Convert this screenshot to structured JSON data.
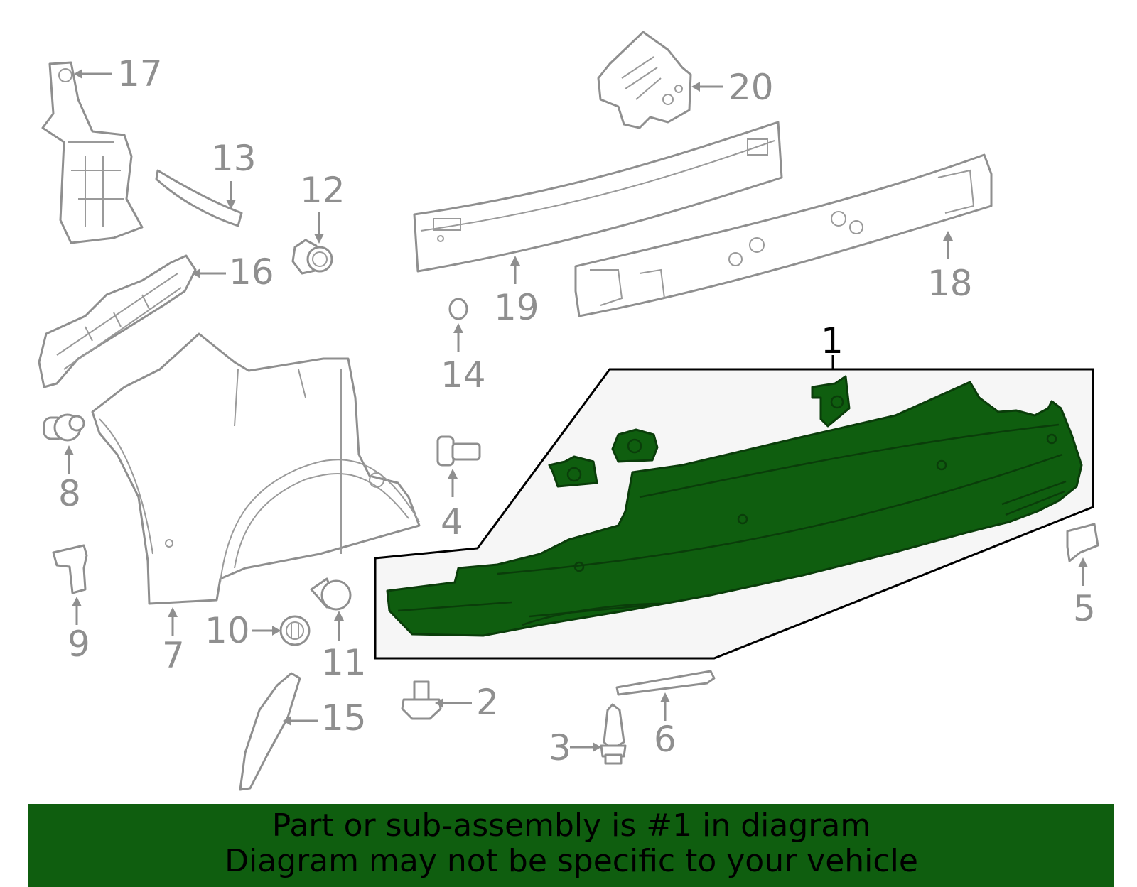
{
  "diagram": {
    "highlighted_part": "1",
    "highlight_color": "#0f5e0f",
    "part_color": "#8f8f8f",
    "callouts": {
      "p1": "1",
      "p2": "2",
      "p3": "3",
      "p4": "4",
      "p5": "5",
      "p6": "6",
      "p7": "7",
      "p8": "8",
      "p9": "9",
      "p10": "10",
      "p11": "11",
      "p12": "12",
      "p13": "13",
      "p14": "14",
      "p15": "15",
      "p16": "16",
      "p17": "17",
      "p18": "18",
      "p19": "19",
      "p20": "20"
    }
  },
  "footer": {
    "line1": "Part or sub-assembly is #1 in diagram",
    "line2": "Diagram may not be specific to your vehicle"
  }
}
